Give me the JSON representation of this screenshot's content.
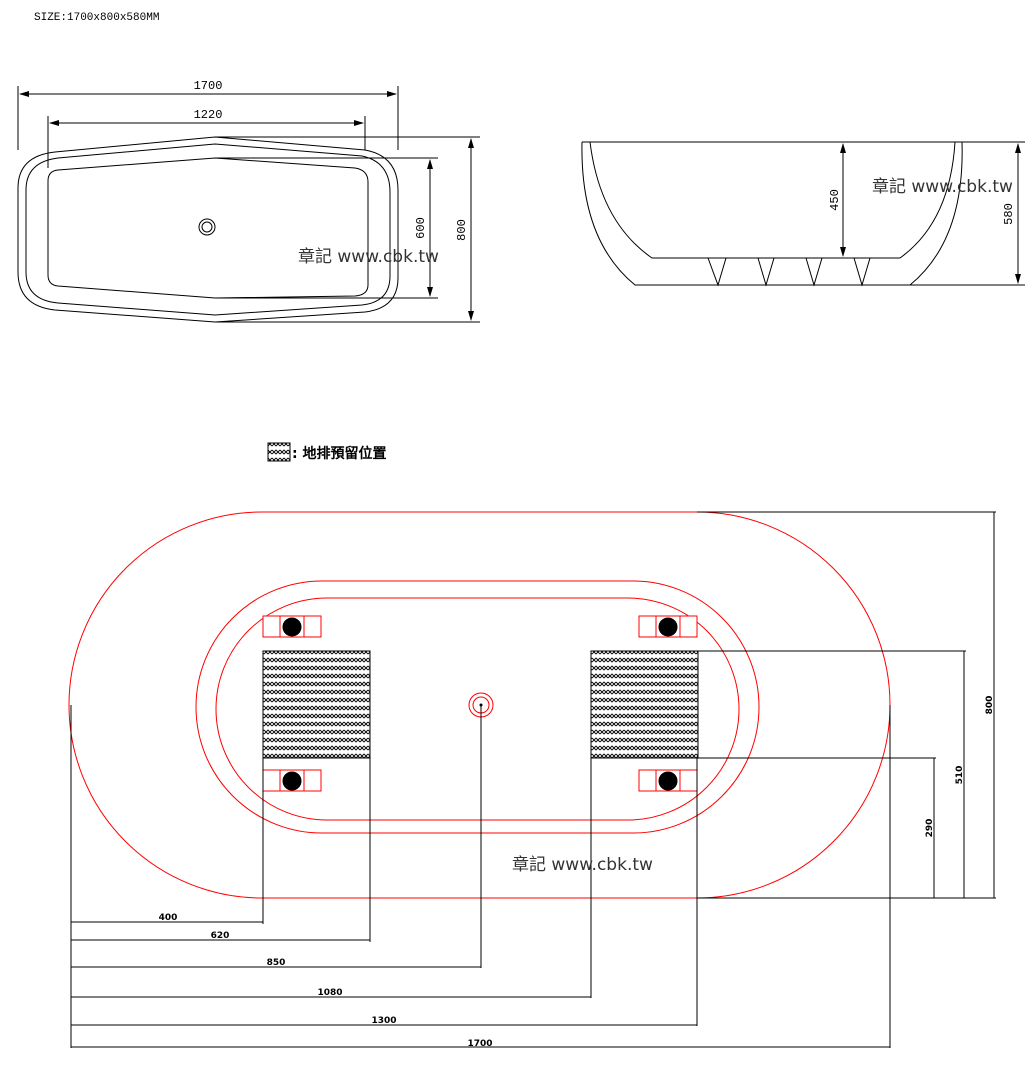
{
  "size_label": "SIZE:1700x800x580MM",
  "watermark": "章記 www.cbk.tw",
  "legend": {
    "label": ": 地排預留位置"
  },
  "top_view": {
    "overall_length": "1700",
    "inner_length": "1220",
    "inner_width": "600",
    "overall_width": "800"
  },
  "side_view": {
    "inner_depth": "450",
    "overall_height": "580"
  },
  "floor_plan": {
    "width_800": "800",
    "drain_top_510": "510",
    "drain_bottom_290": "290",
    "x_dims": [
      "400",
      "620",
      "850",
      "1080",
      "1300",
      "1700"
    ]
  },
  "colors": {
    "line": "#000000",
    "outline_red": "#ff0000",
    "watermark": "#333333"
  }
}
